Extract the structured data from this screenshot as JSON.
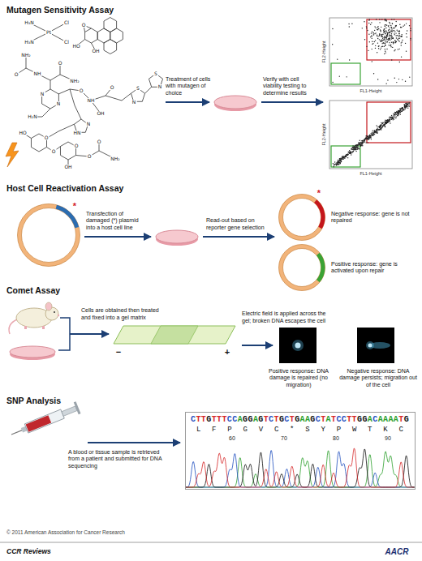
{
  "diagram": {
    "nodes": [
      {
        "text": [
          "CTTGTTTCCAGGAGTCTGCTGAAGCTATCCTTGGACAAAATG",
          "L F P G V C * S Y P W T K C",
          "60",
          "70",
          "80",
          "90"
        ]
      }
    ],
    "labels": [
      "Mutagen Sensitivity Assay",
      "H₃N",
      "Cl",
      "Pt",
      "H₃N",
      "Cl",
      "O",
      "HO",
      "OH",
      "O",
      "NH₂",
      "NH",
      "NH₂",
      "O",
      "N",
      "N",
      "H₂N",
      "O",
      "NH",
      "OH",
      "O",
      "S",
      "N",
      "S",
      "N",
      "N",
      "HN",
      "HO",
      "O",
      "O",
      "O",
      "OH",
      "O",
      "O",
      "NH₂",
      "Treatment of cells with mutagen of choice",
      "Verify with cell viability testing to determine results",
      "FL2-Height",
      "FL1-Height",
      "FL2-Height",
      "FL1-Height",
      "Host Cell Reactivation Assay",
      "*",
      "Transfection of damaged (*) plasmid into a host cell line",
      "Read-out based on reporter gene selection",
      "*",
      "Negative response: gene is not repaired",
      "Positive response: gene is activated upon repair",
      "Comet Assay",
      "Cells are obtained then treated and fixed into a gel matrix",
      "−",
      "+",
      "Electric field is applied across the gel; broken DNA escapes the cell",
      "Positive response: DNA damage is repaired (no migration)",
      "Negative response: DNA damage persists; migration out of the cell",
      "SNP Analysis",
      "A blood or tissue sample is retrieved from a patient and submitted for DNA sequencing",
      "© 2011 American Association for Cancer Research",
      "CCR Reviews",
      "AACR"
    ]
  }
}
